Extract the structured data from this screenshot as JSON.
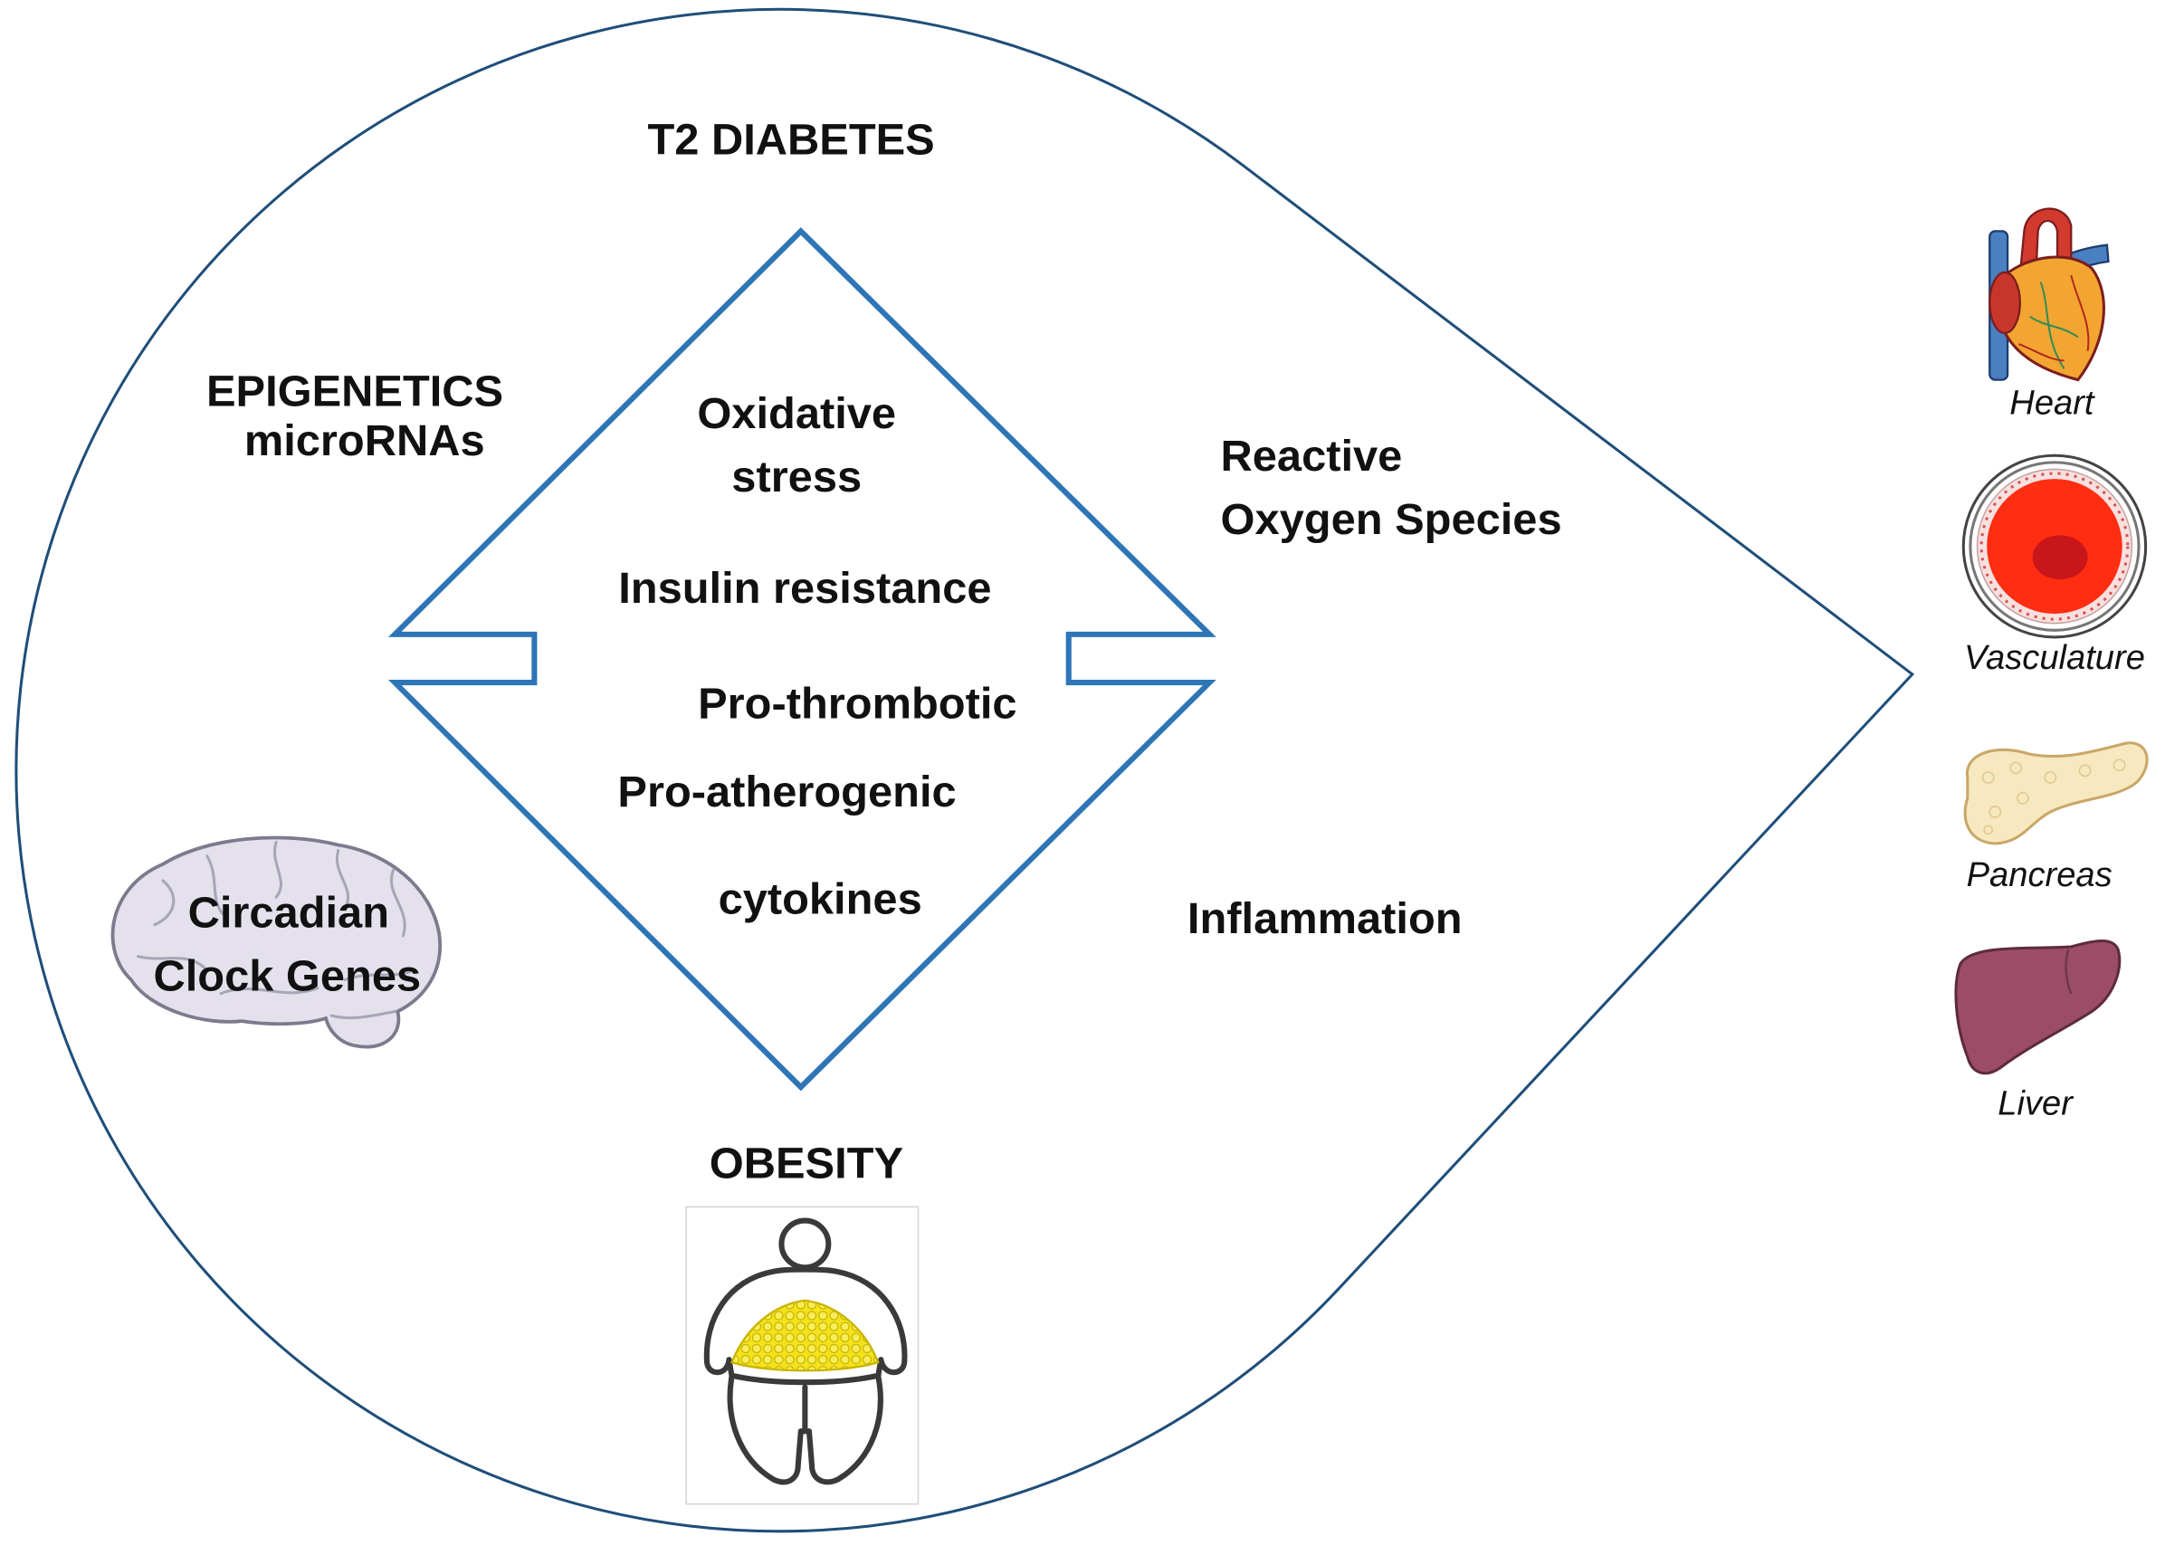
{
  "diagram": {
    "top_label": "T2 DIABETES",
    "bottom_label": "OBESITY",
    "epigenetics": {
      "line1": "EPIGENETICS",
      "line2": "microRNAs"
    },
    "brain_label": [
      "Circadian",
      "Clock Genes"
    ],
    "center": {
      "oxidative_stress": [
        "Oxidative",
        "stress"
      ],
      "insulin_resistance": "Insulin resistance",
      "pro_thrombotic": "Pro-thrombotic",
      "pro_atherogenic": "Pro-atherogenic",
      "cytokines": "cytokines"
    },
    "reactive_oxygen_species": [
      "Reactive",
      "Oxygen Species"
    ],
    "inflammation": "Inflammation",
    "organs": [
      {
        "label": "Heart",
        "icon": "heart-icon"
      },
      {
        "label": "Vasculature",
        "icon": "blood-vessel-icon"
      },
      {
        "label": "Pancreas",
        "icon": "pancreas-icon"
      },
      {
        "label": "Liver",
        "icon": "liver-icon"
      }
    ],
    "other_icons": [
      "brain-icon",
      "obese-person-icon"
    ]
  },
  "colors": {
    "teardrop_outline": "#1f4e79",
    "diamond_outline": "#2e75b6",
    "text": "#111111",
    "fat": "#f3e21c",
    "heart": "#f3a531",
    "vessel_lumen": "#ff2d12",
    "pancreas": "#f7e8bf",
    "liver": "#9b4d68",
    "brain": "#e4e1ec"
  }
}
